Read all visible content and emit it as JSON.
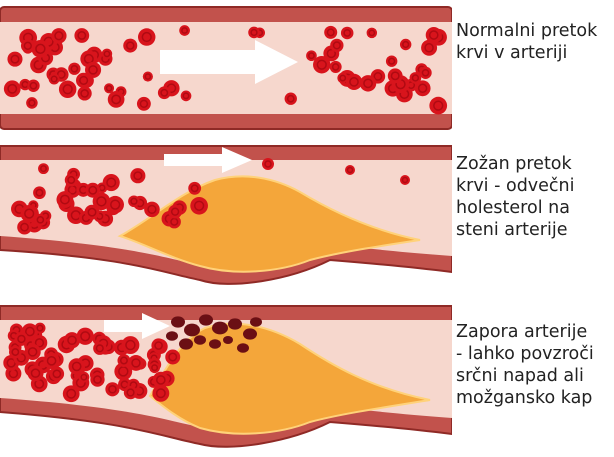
{
  "panels": [
    {
      "caption_lines": [
        "Normalni pretok",
        "krvi v arteriji"
      ]
    },
    {
      "caption_lines": [
        "Zožan pretok",
        "krvi - odvečni",
        "holesterol na",
        "steni arterije"
      ]
    },
    {
      "caption_lines": [
        "Zapora arterije",
        "- lahko povzroči",
        "srčni napad ali",
        "možgansko kap"
      ]
    }
  ],
  "colors": {
    "wall": "#c2524c",
    "wall_dark": "#8f2a26",
    "lumen": "#f6d7cd",
    "cell": "#d8141c",
    "cell_center": "#b00a12",
    "clot": "#6b0f14",
    "plaque": "#f4a63a",
    "plaque_light": "#ffd27a",
    "arrow": "#ffffff"
  },
  "icons": {
    "flow_arrow": "arrow-right-icon"
  }
}
